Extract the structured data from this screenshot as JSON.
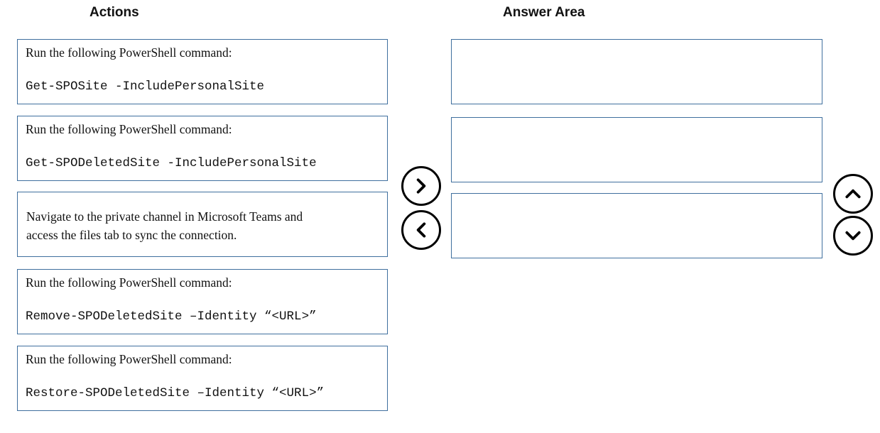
{
  "headings": {
    "actions": "Actions",
    "answer_area": "Answer Area"
  },
  "actions": [
    {
      "line1": "Run the following PowerShell command:",
      "command": "Get-SPOSite -IncludePersonalSite"
    },
    {
      "line1": "Run the following PowerShell command:",
      "command": "Get-SPODeletedSite -IncludePersonalSite"
    },
    {
      "text_line1": "Navigate to the private channel in Microsoft Teams and",
      "text_line2": "access the files tab to sync the connection."
    },
    {
      "line1": "Run the following PowerShell command:",
      "command": "Remove-SPODeletedSite –Identity “<URL>”"
    },
    {
      "line1": "Run the following PowerShell command:",
      "command": "Restore-SPODeletedSite –Identity “<URL>”"
    }
  ],
  "answer_slots": [
    "",
    "",
    ""
  ],
  "controls": {
    "move_right": "chevron-right-icon",
    "move_left": "chevron-left-icon",
    "move_up": "chevron-up-icon",
    "move_down": "chevron-down-icon"
  },
  "colors": {
    "box_border": "#3f6f9e",
    "button_border": "#000000"
  }
}
